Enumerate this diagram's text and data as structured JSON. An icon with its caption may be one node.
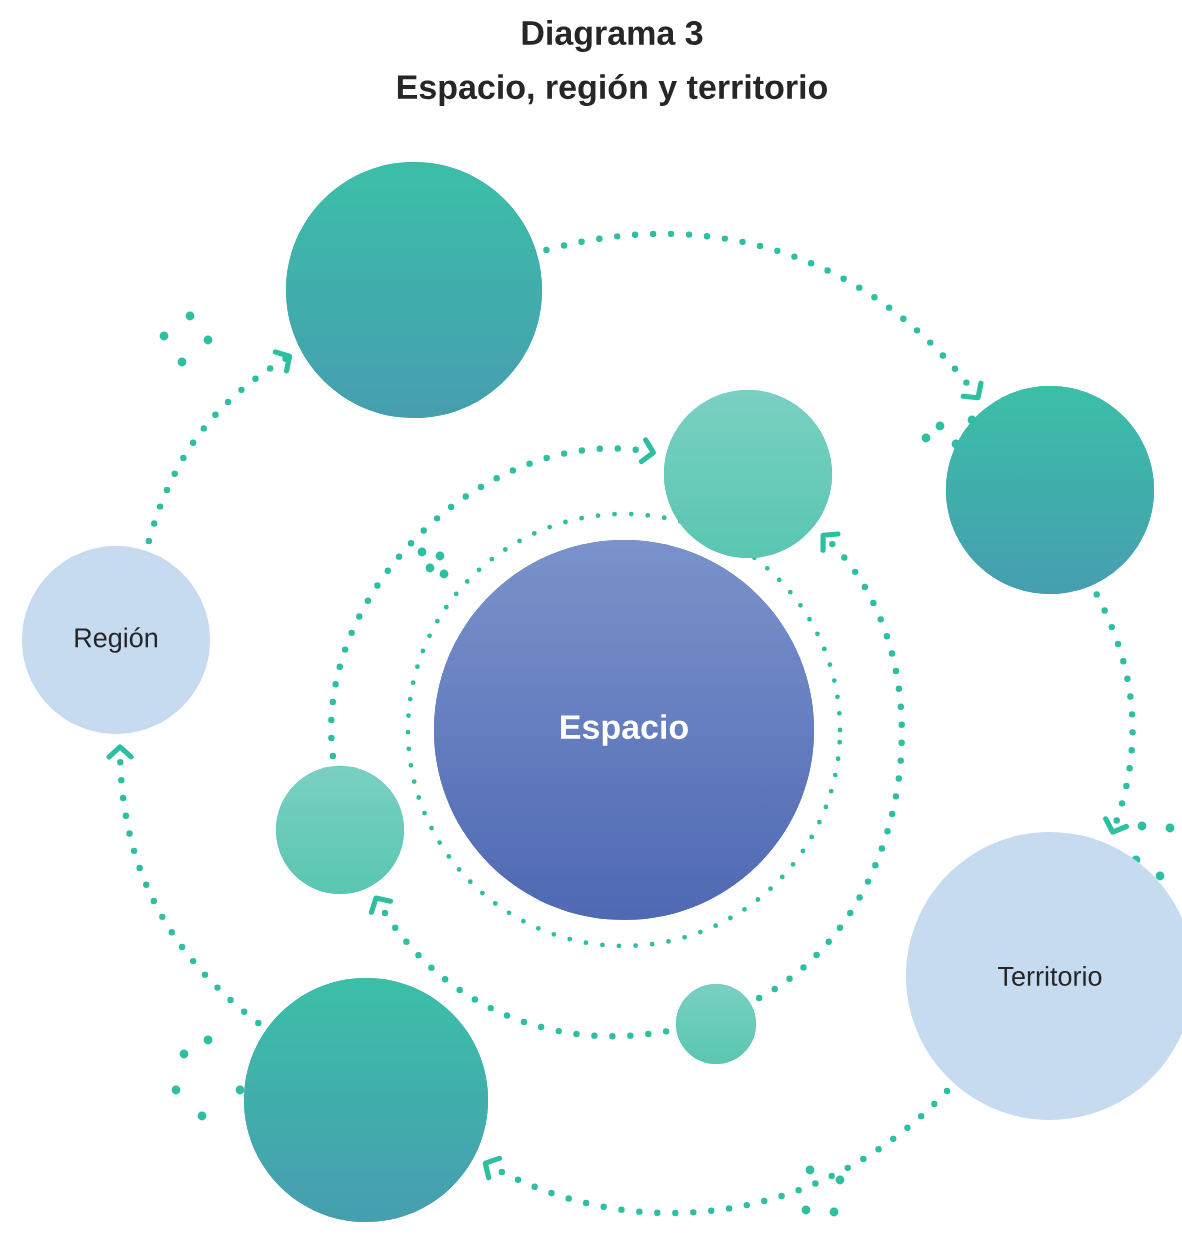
{
  "diagram": {
    "title": "Espacio, región y territorio",
    "nodes": [
      {
        "text": [],
        "shape": "circle"
      },
      {
        "text": [],
        "shape": "circle"
      },
      {
        "text": [],
        "shape": "circle"
      },
      {
        "text": [
          "Región"
        ]
      },
      {
        "text": [
          "Espacio"
        ]
      },
      {
        "text": [],
        "shape": "circle"
      },
      {
        "text": [
          "Territorio"
        ]
      },
      {
        "text": [],
        "shape": "circle"
      },
      {
        "text": [],
        "shape": "circle"
      }
    ],
    "edges": [
      {
        "from": 0,
        "to": 2,
        "arrow": "to",
        "style": "dashed"
      },
      {
        "from": 2,
        "to": 6,
        "arrow": "to",
        "style": "dashed"
      },
      {
        "from": 6,
        "to": 8,
        "arrow": "to",
        "style": "dashed"
      },
      {
        "from": 8,
        "to": 3,
        "arrow": "to",
        "style": "dashed"
      },
      {
        "from": 3,
        "to": 0,
        "arrow": "to",
        "style": "dashed"
      },
      {
        "from": 7,
        "to": 5,
        "arrow": "to",
        "style": "dashed"
      },
      {
        "from": 5,
        "to": 1,
        "arrow": "to",
        "style": "dashed"
      },
      {
        "from": 7,
        "to": 1,
        "arrow": "to",
        "style": "dashed"
      }
    ],
    "labels": [
      "Diagrama 3"
    ]
  }
}
